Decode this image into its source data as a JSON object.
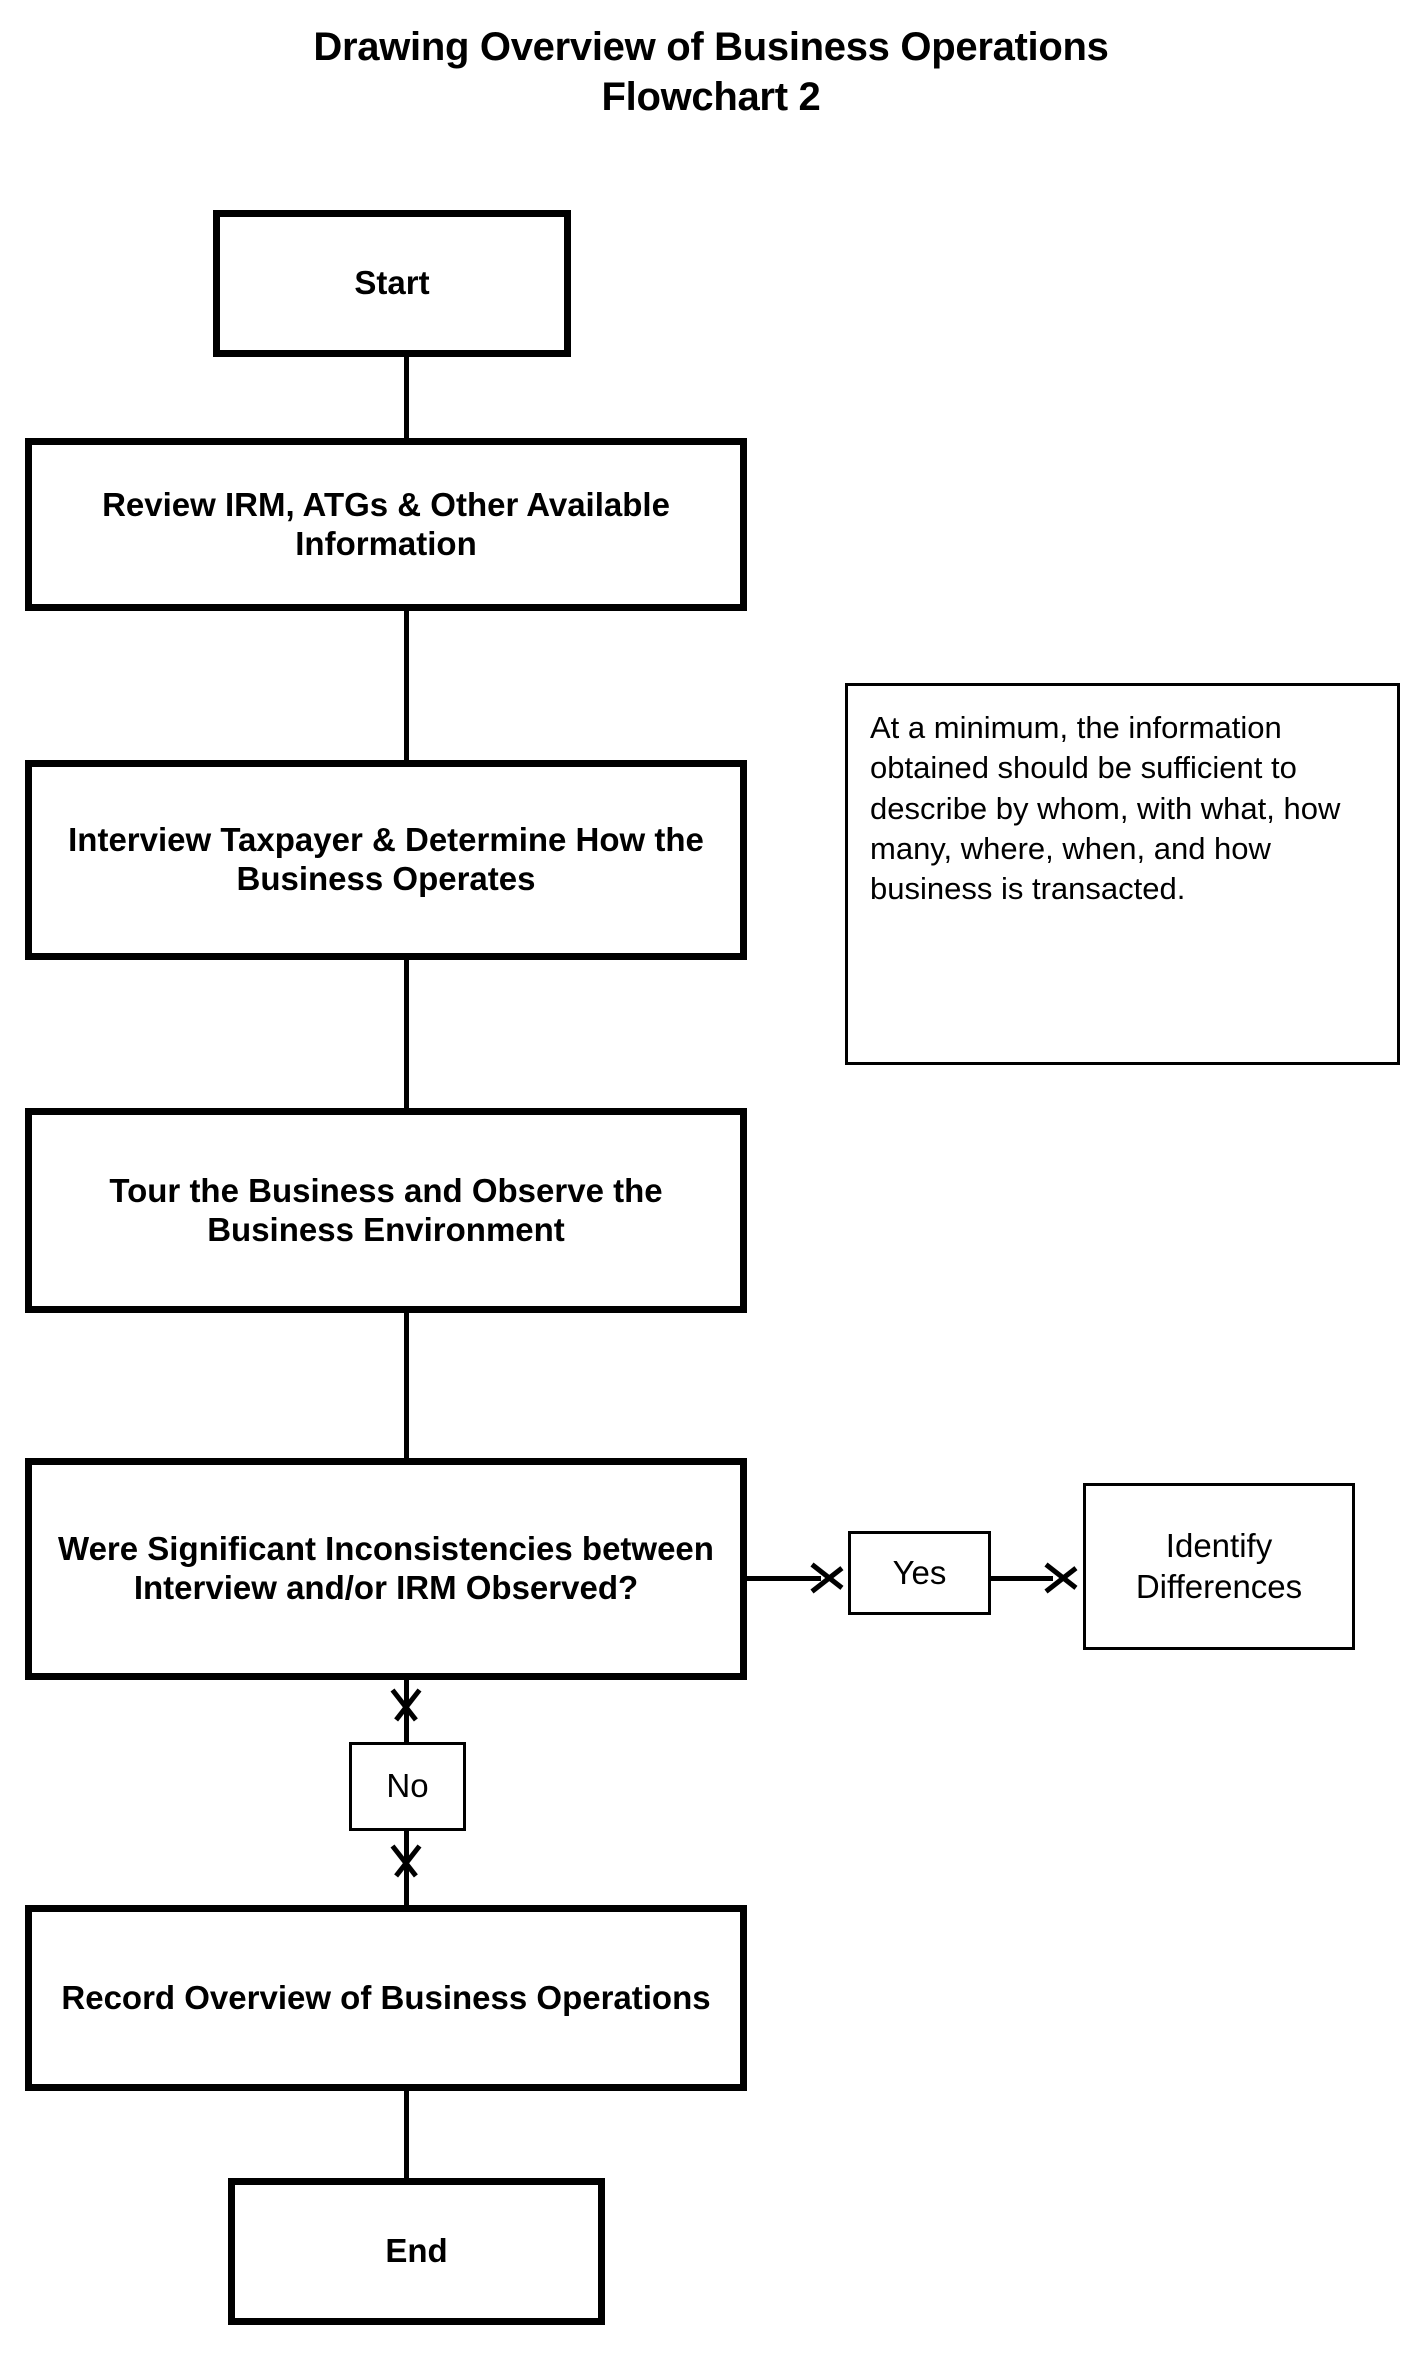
{
  "title": {
    "line1": "Drawing Overview of Business Operations",
    "line2": "Flowchart 2"
  },
  "colors": {
    "background": "#ffffff",
    "stroke": "#000000",
    "text": "#000000"
  },
  "nodes": {
    "start": {
      "label": "Start",
      "shape": "process",
      "border": "thick"
    },
    "review": {
      "label": "Review IRM, ATGs & Other Available Information",
      "shape": "process",
      "border": "thick"
    },
    "interview": {
      "label": "Interview Taxpayer & Determine How the Business Operates",
      "shape": "process",
      "border": "thick"
    },
    "tour": {
      "label": "Tour the Business and Observe the Business Environment",
      "shape": "process",
      "border": "thick"
    },
    "decision": {
      "label": "Were Significant Inconsistencies between Interview and/or IRM Observed?",
      "shape": "decision",
      "border": "thick"
    },
    "yes": {
      "label": "Yes",
      "shape": "label-box",
      "border": "thin"
    },
    "no": {
      "label": "No",
      "shape": "label-box",
      "border": "thin"
    },
    "identify": {
      "label": "Identify Differences",
      "shape": "process",
      "border": "thin"
    },
    "record": {
      "label": "Record Overview of Business Operations",
      "shape": "process",
      "border": "thick"
    },
    "end": {
      "label": "End",
      "shape": "process",
      "border": "thick"
    },
    "note": {
      "label": "At a minimum, the information obtained should be sufficient to describe by whom, with what, how many, where, when, and how business is transacted.",
      "shape": "note",
      "border": "thin"
    }
  },
  "chart_data": {
    "type": "diagram",
    "subtype": "flowchart",
    "title": "Drawing Overview of Business Operations Flowchart 2",
    "orientation": "top-to-bottom",
    "nodes": [
      {
        "id": "start",
        "text": "Start",
        "type": "terminator"
      },
      {
        "id": "review",
        "text": "Review IRM, ATGs & Other Available Information",
        "type": "process"
      },
      {
        "id": "interview",
        "text": "Interview Taxpayer & Determine How the Business Operates",
        "type": "process"
      },
      {
        "id": "tour",
        "text": "Tour the Business and Observe the Business Environment",
        "type": "process"
      },
      {
        "id": "decision",
        "text": "Were Significant Inconsistencies between Interview and/or IRM Observed?",
        "type": "decision"
      },
      {
        "id": "yes",
        "text": "Yes",
        "type": "branch-label"
      },
      {
        "id": "no",
        "text": "No",
        "type": "branch-label"
      },
      {
        "id": "identify",
        "text": "Identify Differences",
        "type": "process"
      },
      {
        "id": "record",
        "text": "Record Overview of Business Operations",
        "type": "process"
      },
      {
        "id": "end",
        "text": "End",
        "type": "terminator"
      },
      {
        "id": "note",
        "text": "At a minimum, the information obtained should be sufficient to describe by whom, with what, how many, where, when, and how business is transacted.",
        "type": "annotation"
      }
    ],
    "edges": [
      {
        "from": "start",
        "to": "review",
        "label": "",
        "arrow": false
      },
      {
        "from": "review",
        "to": "interview",
        "label": "",
        "arrow": false
      },
      {
        "from": "interview",
        "to": "tour",
        "label": "",
        "arrow": false
      },
      {
        "from": "tour",
        "to": "decision",
        "label": "",
        "arrow": false
      },
      {
        "from": "decision",
        "to": "yes",
        "label": "Yes",
        "arrow": true,
        "direction": "right"
      },
      {
        "from": "yes",
        "to": "identify",
        "label": "",
        "arrow": true,
        "direction": "right"
      },
      {
        "from": "decision",
        "to": "no",
        "label": "No",
        "arrow": true,
        "direction": "down"
      },
      {
        "from": "no",
        "to": "record",
        "label": "",
        "arrow": true,
        "direction": "down"
      },
      {
        "from": "record",
        "to": "end",
        "label": "",
        "arrow": false
      }
    ]
  }
}
